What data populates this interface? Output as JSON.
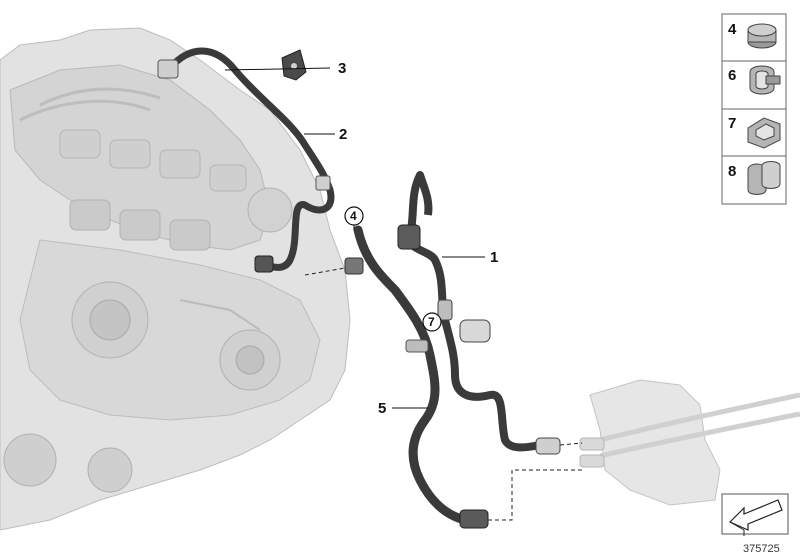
{
  "diagram": {
    "callouts": [
      {
        "id": "1",
        "text": "1"
      },
      {
        "id": "2",
        "text": "2"
      },
      {
        "id": "3",
        "text": "3"
      },
      {
        "id": "5",
        "text": "5"
      }
    ],
    "circled_refs": [
      {
        "id": "4",
        "text": "4"
      },
      {
        "id": "7",
        "text": "7"
      }
    ],
    "side_panel": [
      {
        "id": "4",
        "text": "4",
        "icon": "clamp-ring-icon"
      },
      {
        "id": "6",
        "text": "6",
        "icon": "clamp-open-icon"
      },
      {
        "id": "7",
        "text": "7",
        "icon": "clamp-bracket-icon"
      },
      {
        "id": "8",
        "text": "8",
        "icon": "clamp-double-icon"
      }
    ],
    "reference_number": "375725",
    "colors": {
      "engine": "#dcdcdc",
      "hose": "#3a3a3a",
      "bracket": "#e6e6e6"
    }
  }
}
